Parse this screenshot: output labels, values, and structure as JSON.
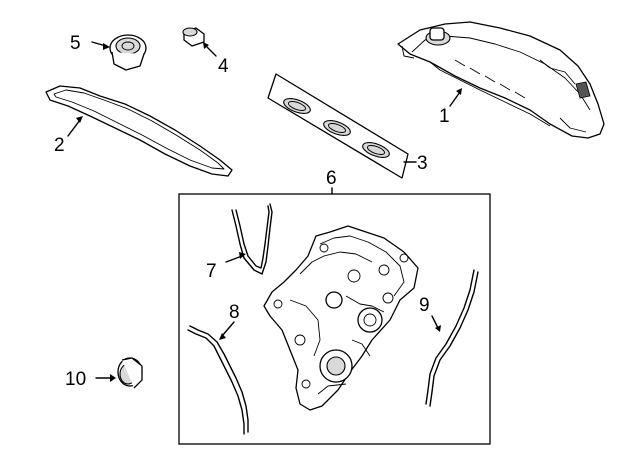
{
  "callouts": [
    {
      "id": "1",
      "label": "1"
    },
    {
      "id": "2",
      "label": "2"
    },
    {
      "id": "3",
      "label": "3"
    },
    {
      "id": "4",
      "label": "4"
    },
    {
      "id": "5",
      "label": "5"
    },
    {
      "id": "6",
      "label": "6"
    },
    {
      "id": "7",
      "label": "7"
    },
    {
      "id": "8",
      "label": "8"
    },
    {
      "id": "9",
      "label": "9"
    },
    {
      "id": "10",
      "label": "10"
    }
  ],
  "colors": {
    "line": "#000000",
    "background": "#ffffff",
    "shade": "#d9d9d9"
  }
}
